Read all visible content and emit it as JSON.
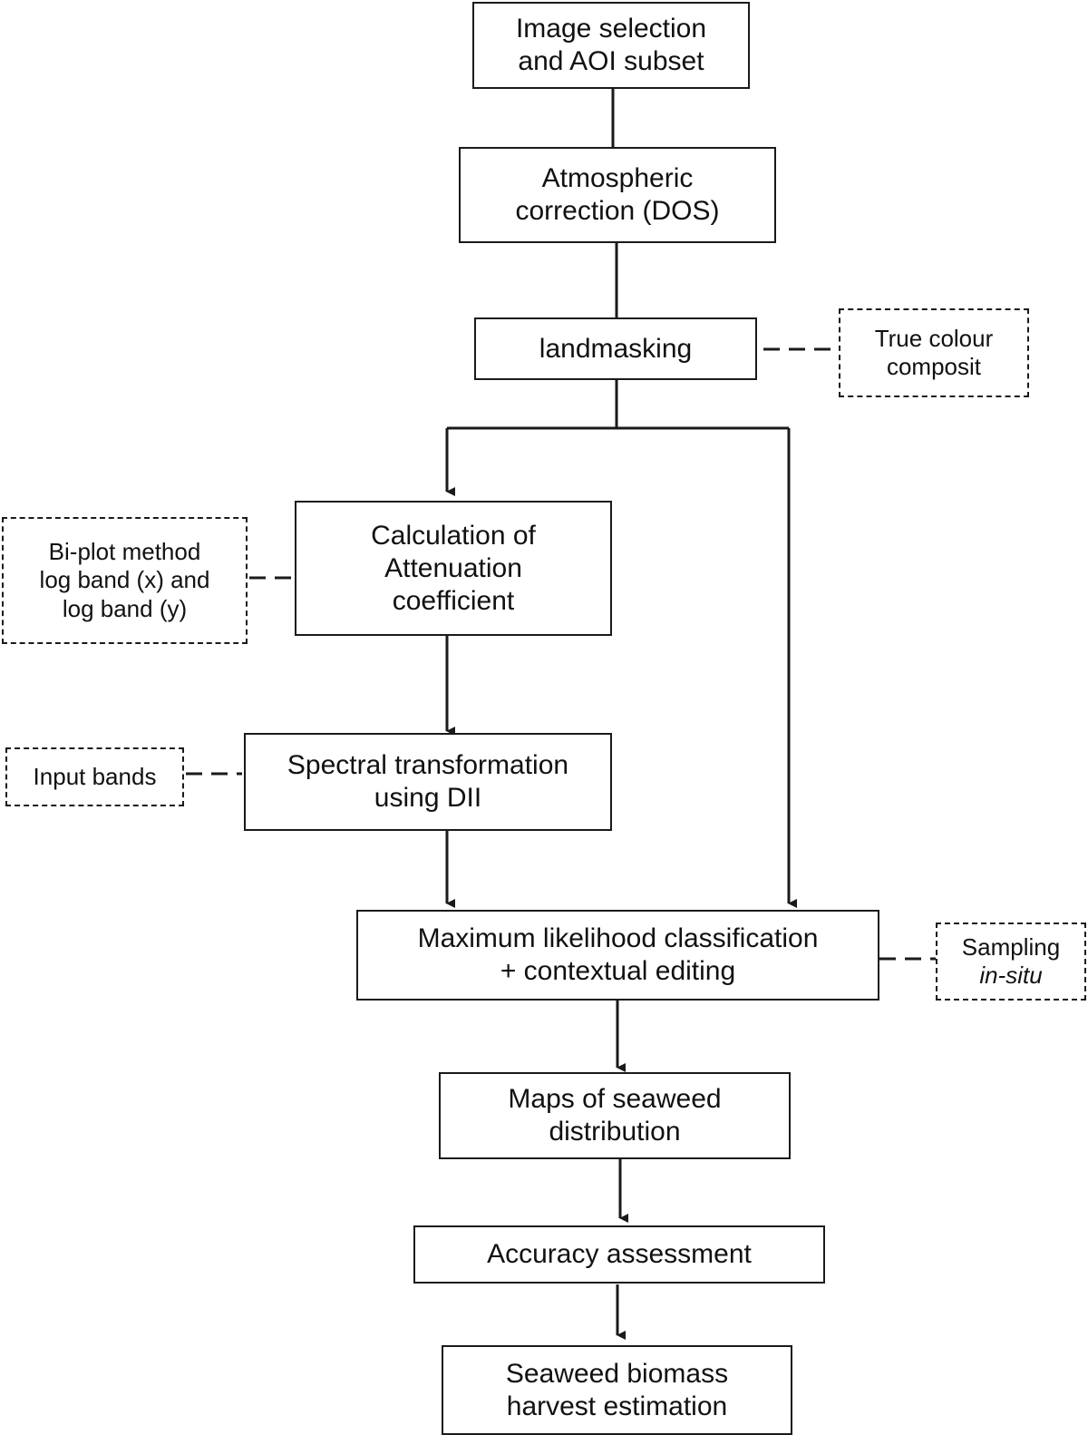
{
  "nodes": {
    "image_selection": {
      "line1": "Image selection",
      "line2": "and AOI subset"
    },
    "atmospheric_correction": {
      "line1": "Atmospheric",
      "line2": "correction (DOS)"
    },
    "landmasking": {
      "line1": "landmasking"
    },
    "true_colour": {
      "line1": "True colour",
      "line2": "composit"
    },
    "attenuation": {
      "line1": "Calculation of",
      "line2": "Attenuation",
      "line3": "coefficient"
    },
    "biplot": {
      "line1": "Bi-plot method",
      "line2": "log band (x) and",
      "line3": "log band (y)"
    },
    "spectral": {
      "line1": "Spectral transformation",
      "line2": "using DII"
    },
    "input_bands": {
      "line1": "Input bands"
    },
    "mlc": {
      "line1": "Maximum likelihood classification",
      "line2": "+ contextual editing"
    },
    "sampling": {
      "line1": "Sampling",
      "line2": "in-situ"
    },
    "maps": {
      "line1": "Maps of seaweed",
      "line2": "distribution"
    },
    "accuracy": {
      "line1": "Accuracy assessment"
    },
    "biomass": {
      "line1": "Seaweed biomass",
      "line2": "harvest estimation"
    }
  },
  "colors": {
    "line": "#1a1a1a",
    "background": "#ffffff"
  }
}
